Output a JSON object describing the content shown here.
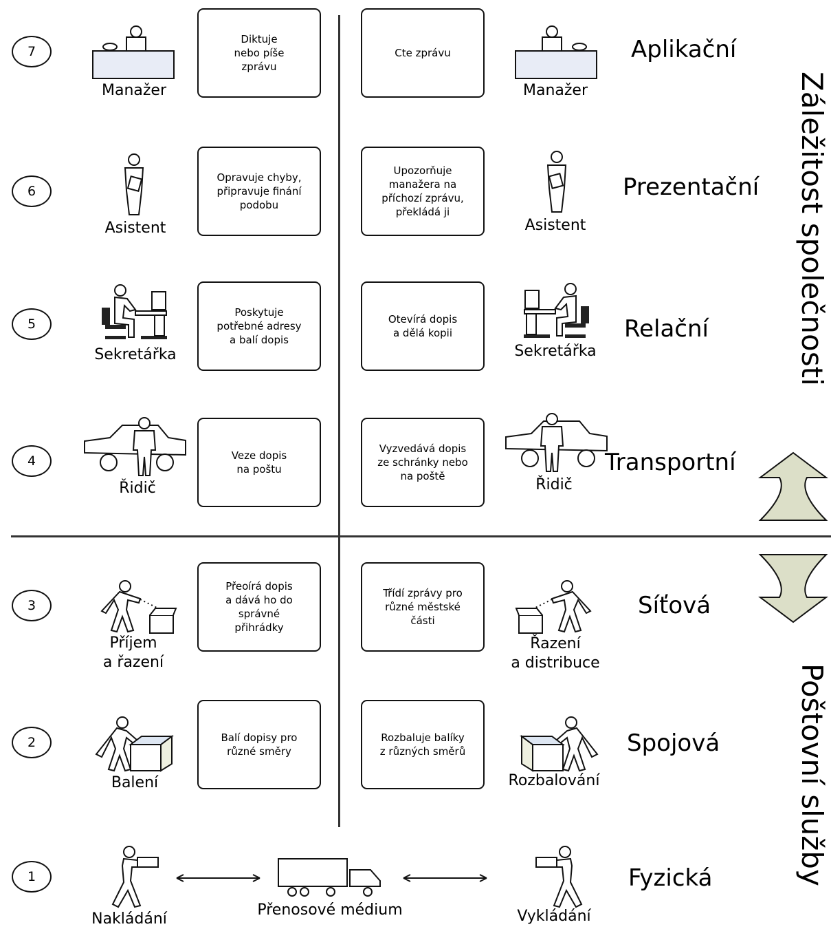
{
  "layers": [
    {
      "number": "7",
      "name": "Aplikační",
      "left_role": "Manažer",
      "left_desc": "Diktuje\nnebo píše\nzprávu",
      "right_desc": "Cte zprávu",
      "right_role": "Manažer",
      "left_icon": "desk-phone-icon",
      "right_icon": "desk-phone-icon"
    },
    {
      "number": "6",
      "name": "Prezentační",
      "left_role": "Asistent",
      "left_desc": "Opravuje chyby,\npřipravuje finání\npodobu",
      "right_desc": "Upozorňuje\nmanažera na\npříchozí zprávu,\npřekládá ji",
      "right_role": "Asistent",
      "left_icon": "person-document-icon",
      "right_icon": "person-document-icon"
    },
    {
      "number": "5",
      "name": "Relační",
      "left_role": "Sekretářka",
      "left_desc": "Poskytuje\npotřebné adresy\na balí dopis",
      "right_desc": "Otevírá dopis\na dělá kopii",
      "right_role": "Sekretářka",
      "left_icon": "computer-desk-icon",
      "right_icon": "computer-desk-icon"
    },
    {
      "number": "4",
      "name": "Transportní",
      "left_role": "Řidič",
      "left_desc": "Veze dopis\nna poštu",
      "right_desc": "Vyzvedává dopis\nze schránky nebo\nna poště",
      "right_role": "Řidič",
      "left_icon": "car-driver-icon",
      "right_icon": "car-driver-icon"
    },
    {
      "number": "3",
      "name": "Síťová",
      "left_role": "Příjem\na řazení",
      "left_desc": "Přeoírá dopis\na dává ho do\nsprávné\npřihrádky",
      "right_desc": "Třídí zprávy pro\nrůzné městské\nčásti",
      "right_role": "Řazení\na distribuce",
      "left_icon": "sorting-person-icon",
      "right_icon": "sorting-person-icon"
    },
    {
      "number": "2",
      "name": "Spojová",
      "left_role": "Balení",
      "left_desc": "Balí dopisy pro\nrůzné směry",
      "right_desc": "Rozbaluje balíky\nz různých směrů",
      "right_role": "Rozbalování",
      "left_icon": "packing-box-icon",
      "right_icon": "unpacking-box-icon"
    },
    {
      "number": "1",
      "name": "Fyzická",
      "left_role": "Nakládání",
      "medium": "Přenosové médium",
      "right_role": "Vykládání",
      "left_icon": "loading-person-icon",
      "right_icon": "unloading-person-icon",
      "medium_icon": "truck-icon"
    }
  ],
  "side_labels": {
    "upper": "Záležitost společnosti",
    "lower": "Poštovní služby"
  },
  "colors": {
    "arrow_fill": "#dcdfc8",
    "figure_fill": "#ffffff",
    "box_fill": "#eef0e0"
  }
}
